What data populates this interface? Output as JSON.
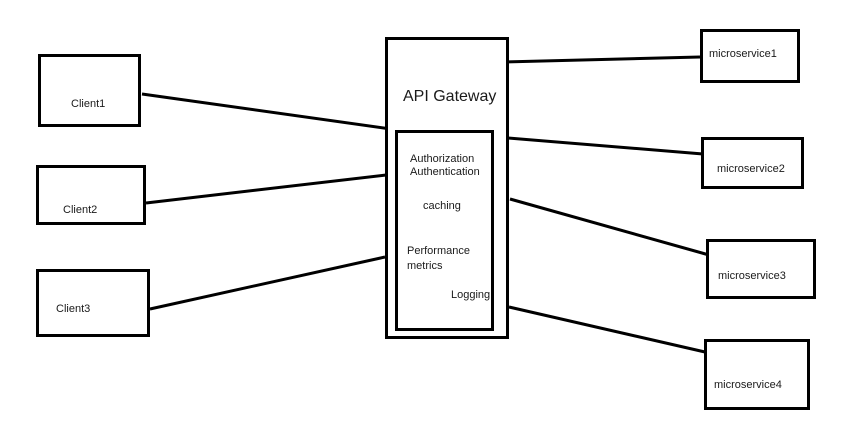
{
  "clients": [
    {
      "label": "Client1"
    },
    {
      "label": "Client2"
    },
    {
      "label": "Client3"
    }
  ],
  "gateway": {
    "title": "API Gateway",
    "features": {
      "auth_line1": "Authorization",
      "auth_line2": "Authentication",
      "caching": "caching",
      "perf_line1": "Performance",
      "perf_line2": "metrics",
      "logging": "Logging"
    }
  },
  "microservices": [
    {
      "label": "microservice1"
    },
    {
      "label": "microservice2"
    },
    {
      "label": "microservice3"
    },
    {
      "label": "microservice4"
    }
  ],
  "colors": {
    "stroke": "#000000",
    "background": "#ffffff"
  }
}
